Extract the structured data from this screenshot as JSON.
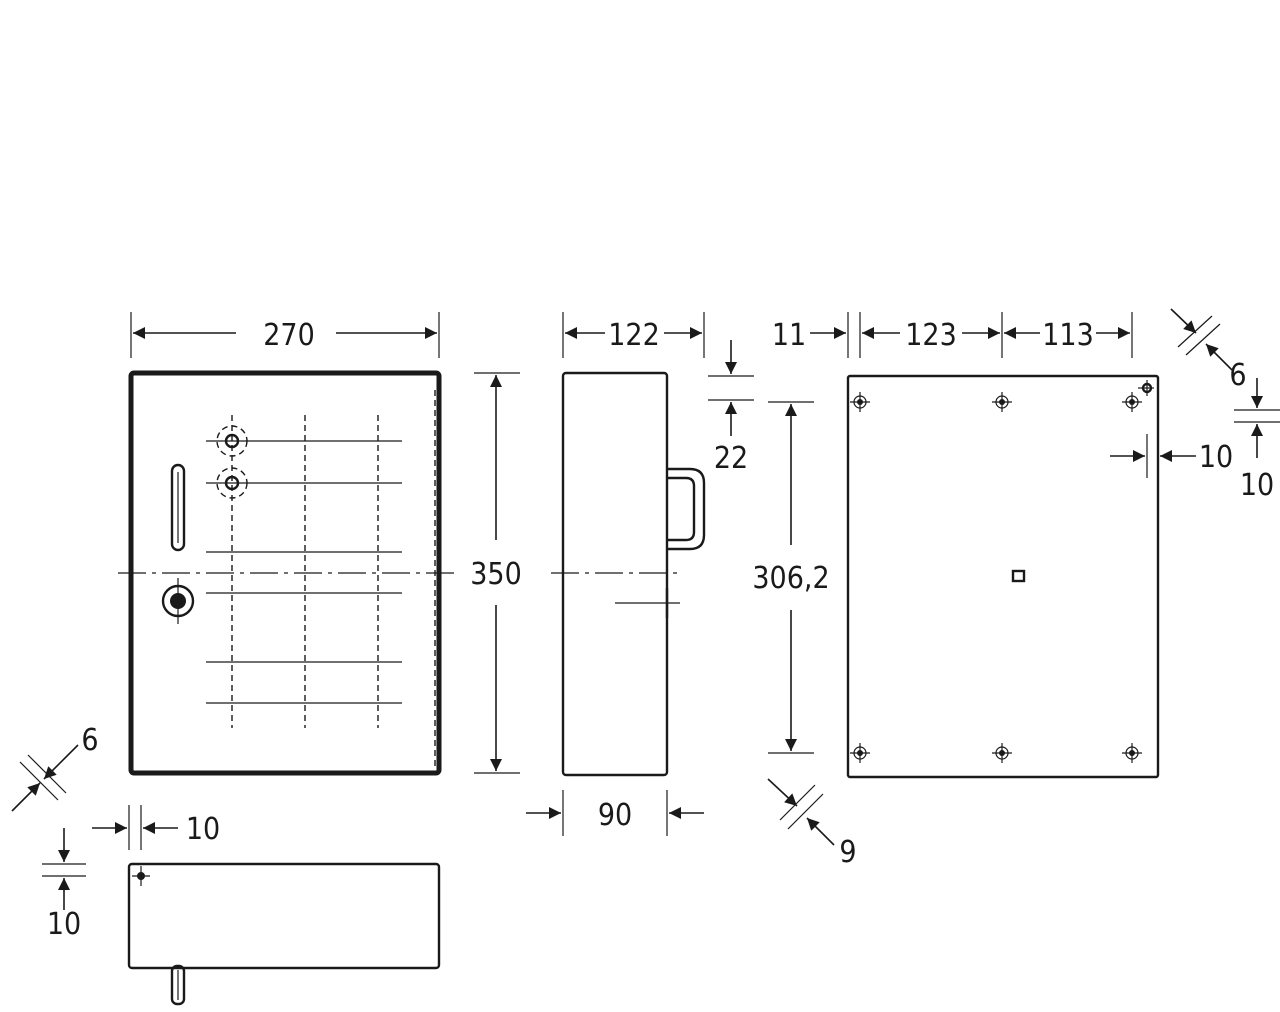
{
  "views": {
    "front": {
      "width_label": "270",
      "height_label": "350",
      "wall_label": "6",
      "hole_offset_label": "10"
    },
    "side": {
      "depth_label": "122",
      "body_depth_label": "90",
      "handle_offset_label": "22"
    },
    "back": {
      "edge_offset_label": "11",
      "hole_spacing_1_label": "123",
      "hole_spacing_2_label": "113",
      "vertical_spacing_label": "306,2",
      "bottom_offset_label": "9",
      "wall_label": "6",
      "right_offset_label": "10",
      "top_offset_label": "10"
    },
    "bottom": {
      "hole_x_label": "10",
      "hole_y_label": "10"
    }
  },
  "colors": {
    "line": "#1a1a1a",
    "background": "#ffffff"
  }
}
